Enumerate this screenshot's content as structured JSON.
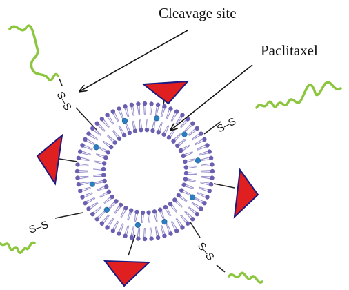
{
  "labels": {
    "cleavage_site": "Cleavage site",
    "paclitaxel": "Paclitaxel"
  },
  "linkers": [
    {
      "id": "top-left",
      "text": "S–S"
    },
    {
      "id": "top-right",
      "text": "S–S"
    },
    {
      "id": "bottom-left",
      "text": "S–S"
    },
    {
      "id": "bottom-right",
      "text": "S–S"
    }
  ],
  "colors": {
    "lipid_head": "#6a5fb0",
    "lipid_tail": "#9a92cc",
    "drug_dot": "#2a7fc0",
    "ligand_fill": "#e02020",
    "ligand_stroke": "#1a1a80",
    "polymer_chain": "#8cc63f",
    "linker_line": "#222222"
  },
  "structure": {
    "bilayer_shape": "circle",
    "ligand_shape": "triangle",
    "ligand_count": 4,
    "drug_dot_count": 10,
    "polymer_chain_count": 4
  }
}
